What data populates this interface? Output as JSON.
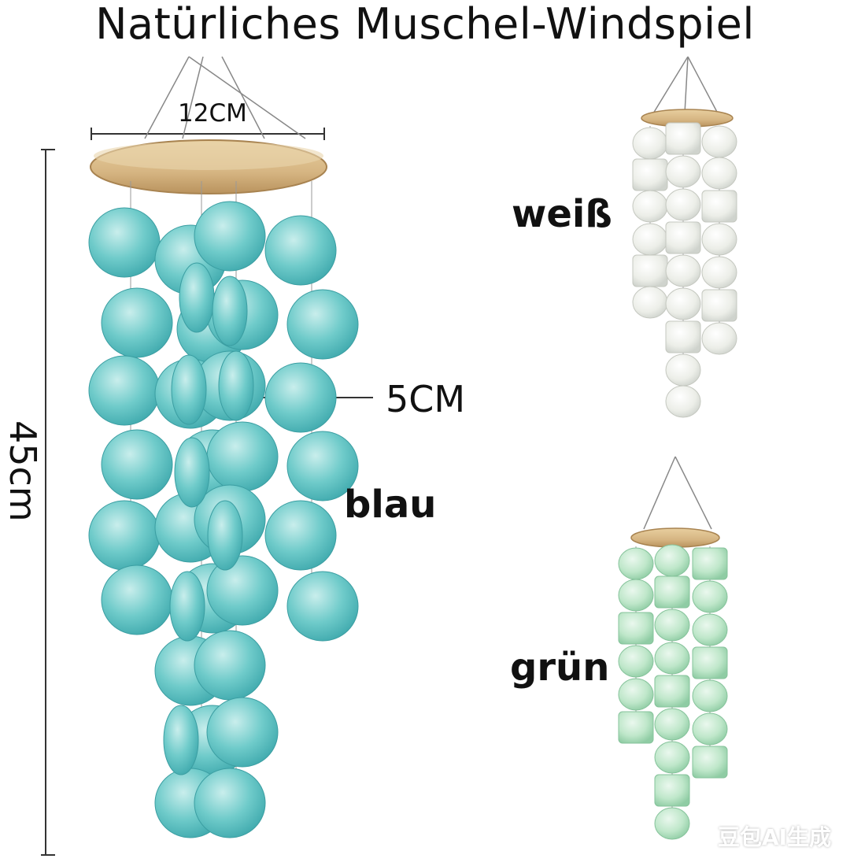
{
  "title": "Natürliches Muschel-Windspiel",
  "dimensions": {
    "width_label": "12CM",
    "shell_label": "5CM",
    "height_label": "45cm"
  },
  "variants": [
    {
      "label": "weiß",
      "color": "#eef0ea"
    },
    {
      "label": "blau",
      "color": "#5cc4c6"
    },
    {
      "label": "grün",
      "color": "#b7e3c4"
    }
  ],
  "wood_color": "#d8b987",
  "watermark": "豆包AI生成"
}
